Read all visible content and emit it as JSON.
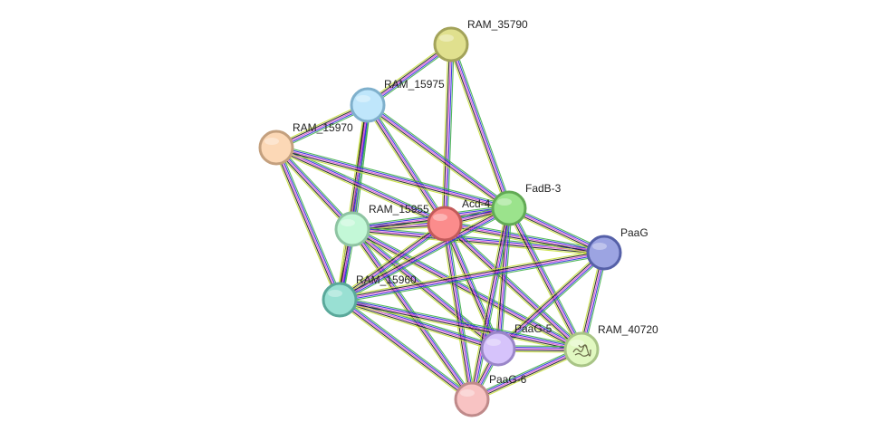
{
  "network": {
    "evidence_channel_colors": [
      "#3fb04a",
      "#2b2bd8",
      "#d84ad8",
      "#1f1f1f",
      "#c8e03c"
    ],
    "nodes": [
      {
        "id": "RAM_35790",
        "label": "RAM_35790",
        "fill": "#e0e08e",
        "stroke": "#a3a35a",
        "icon": ""
      },
      {
        "id": "RAM_15975",
        "label": "RAM_15975",
        "fill": "#bfe6fb",
        "stroke": "#7fb0cc",
        "icon": ""
      },
      {
        "id": "RAM_15970",
        "label": "RAM_15970",
        "fill": "#fcd8b6",
        "stroke": "#c4a07e",
        "icon": ""
      },
      {
        "id": "RAM_15955",
        "label": "RAM_15955",
        "fill": "#c3f8d7",
        "stroke": "#8ec4a2",
        "icon": ""
      },
      {
        "id": "Acd-4",
        "label": "Acd-4",
        "fill": "#fb8c8c",
        "stroke": "#c25a5a",
        "icon": ""
      },
      {
        "id": "FadB-3",
        "label": "FadB-3",
        "fill": "#9be38c",
        "stroke": "#62aa55",
        "icon": ""
      },
      {
        "id": "PaaG",
        "label": "PaaG",
        "fill": "#9ca4e2",
        "stroke": "#5560a8",
        "icon": ""
      },
      {
        "id": "RAM_15960",
        "label": "RAM_15960",
        "fill": "#99e0d3",
        "stroke": "#5aa89a",
        "icon": ""
      },
      {
        "id": "PaaG-5",
        "label": "PaaG-5",
        "fill": "#d6c3fb",
        "stroke": "#9a86c8",
        "icon": ""
      },
      {
        "id": "RAM_40720",
        "label": "RAM_40720",
        "fill": "#e1f8c1",
        "stroke": "#a8c486",
        "icon": "protein-structure-icon"
      },
      {
        "id": "PaaG-6",
        "label": "PaaG-6",
        "fill": "#f8c3c3",
        "stroke": "#bf8a8a",
        "icon": ""
      }
    ],
    "edges": [
      [
        "RAM_35790",
        "RAM_15975"
      ],
      [
        "RAM_35790",
        "Acd-4"
      ],
      [
        "RAM_35790",
        "FadB-3"
      ],
      [
        "RAM_15975",
        "RAM_15970"
      ],
      [
        "RAM_15975",
        "RAM_15955"
      ],
      [
        "RAM_15975",
        "RAM_15960"
      ],
      [
        "RAM_15975",
        "Acd-4"
      ],
      [
        "RAM_15975",
        "FadB-3"
      ],
      [
        "RAM_15970",
        "RAM_15955"
      ],
      [
        "RAM_15970",
        "RAM_15960"
      ],
      [
        "RAM_15970",
        "Acd-4"
      ],
      [
        "RAM_15970",
        "FadB-3"
      ],
      [
        "RAM_15955",
        "Acd-4"
      ],
      [
        "RAM_15955",
        "FadB-3"
      ],
      [
        "RAM_15955",
        "PaaG"
      ],
      [
        "RAM_15955",
        "RAM_15960"
      ],
      [
        "RAM_15955",
        "PaaG-5"
      ],
      [
        "RAM_15955",
        "PaaG-6"
      ],
      [
        "RAM_15955",
        "RAM_40720"
      ],
      [
        "Acd-4",
        "FadB-3"
      ],
      [
        "Acd-4",
        "PaaG"
      ],
      [
        "Acd-4",
        "RAM_15960"
      ],
      [
        "Acd-4",
        "PaaG-5"
      ],
      [
        "Acd-4",
        "PaaG-6"
      ],
      [
        "Acd-4",
        "RAM_40720"
      ],
      [
        "FadB-3",
        "PaaG"
      ],
      [
        "FadB-3",
        "RAM_15960"
      ],
      [
        "FadB-3",
        "PaaG-5"
      ],
      [
        "FadB-3",
        "PaaG-6"
      ],
      [
        "FadB-3",
        "RAM_40720"
      ],
      [
        "PaaG",
        "RAM_15960"
      ],
      [
        "PaaG",
        "PaaG-5"
      ],
      [
        "PaaG",
        "RAM_40720"
      ],
      [
        "RAM_15960",
        "PaaG-5"
      ],
      [
        "RAM_15960",
        "PaaG-6"
      ],
      [
        "RAM_15960",
        "RAM_40720"
      ],
      [
        "PaaG-5",
        "RAM_40720"
      ],
      [
        "PaaG-5",
        "PaaG-6"
      ],
      [
        "PaaG-6",
        "RAM_40720"
      ]
    ]
  }
}
